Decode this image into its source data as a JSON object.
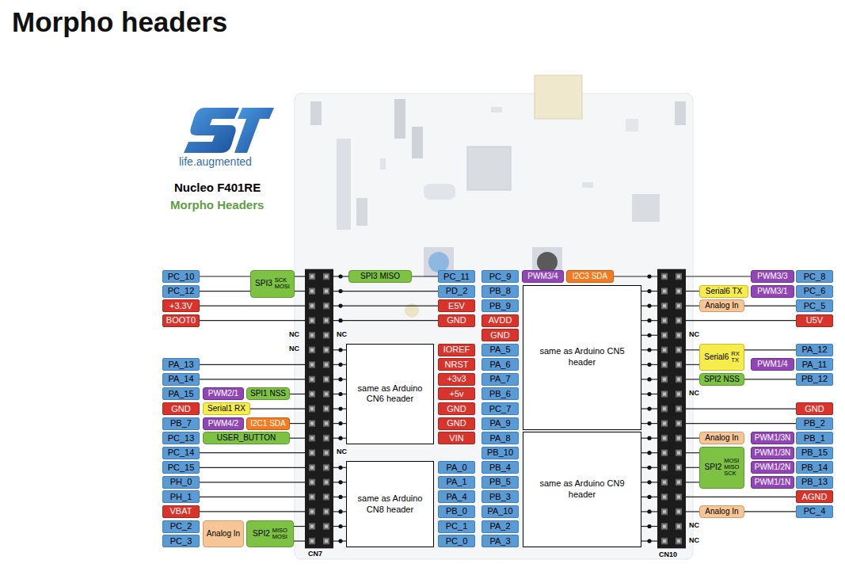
{
  "diagram": {
    "title": "Morpho headers",
    "nodes": [
      {
        "text": [
          "PC_10"
        ]
      },
      {
        "text": [
          "SPI3",
          "SCK",
          "MOSI"
        ]
      },
      {
        "text": [
          "PC_12"
        ]
      },
      {
        "text": [
          "+3.3V"
        ]
      },
      {
        "text": [
          "BOOT0"
        ]
      },
      {
        "text": [
          "PA_13"
        ]
      },
      {
        "text": [
          "PA_14"
        ]
      },
      {
        "text": [
          "PA_15"
        ]
      },
      {
        "text": [
          "PWM2/1"
        ]
      },
      {
        "text": [
          "SPI1 NSS"
        ]
      },
      {
        "text": [
          "GND"
        ]
      },
      {
        "text": [
          "Serial1 RX"
        ]
      },
      {
        "text": [
          "PB_7"
        ]
      },
      {
        "text": [
          "PWM4/2"
        ]
      },
      {
        "text": [
          "I2C1 SDA"
        ]
      },
      {
        "text": [
          "PC_13"
        ]
      },
      {
        "text": [
          "USER_BUTTON"
        ]
      },
      {
        "text": [
          "PC_14"
        ]
      },
      {
        "text": [
          "PC_15"
        ]
      },
      {
        "text": [
          "PH_0"
        ]
      },
      {
        "text": [
          "PH_1"
        ]
      },
      {
        "text": [
          "VBAT"
        ]
      },
      {
        "text": [
          "PC_2"
        ]
      },
      {
        "text": [
          "Analog In"
        ]
      },
      {
        "text": [
          "SPI2",
          "MISO",
          "MOSI"
        ]
      },
      {
        "text": [
          "PC_3"
        ]
      },
      {
        "text": [
          "SPI3 MISO"
        ]
      },
      {
        "text": [
          "PC_11"
        ]
      },
      {
        "text": [
          "PD_2"
        ]
      },
      {
        "text": [
          "E5V"
        ]
      },
      {
        "text": [
          "GND"
        ]
      },
      {
        "text": [
          "same as Arduino CN6 header"
        ]
      },
      {
        "text": [
          "IOREF"
        ]
      },
      {
        "text": [
          "NRST"
        ]
      },
      {
        "text": [
          "+3v3"
        ]
      },
      {
        "text": [
          "+5v"
        ]
      },
      {
        "text": [
          "GND"
        ]
      },
      {
        "text": [
          "GND"
        ]
      },
      {
        "text": [
          "VIN"
        ]
      },
      {
        "text": [
          "same as Arduino CN8 header"
        ]
      },
      {
        "text": [
          "PA_0"
        ]
      },
      {
        "text": [
          "PA_1"
        ]
      },
      {
        "text": [
          "PA_4"
        ]
      },
      {
        "text": [
          "PB_0"
        ]
      },
      {
        "text": [
          "PC_1"
        ]
      },
      {
        "text": [
          "PC_0"
        ]
      },
      {
        "text": [
          "PC_9"
        ]
      },
      {
        "text": [
          "PWM3/4"
        ]
      },
      {
        "text": [
          "I2C3 SDA"
        ]
      },
      {
        "text": [
          "same as Arduino CN5 header"
        ]
      },
      {
        "text": [
          "PB_8"
        ]
      },
      {
        "text": [
          "PB_9"
        ]
      },
      {
        "text": [
          "AVDD"
        ]
      },
      {
        "text": [
          "GND"
        ]
      },
      {
        "text": [
          "PA_5"
        ]
      },
      {
        "text": [
          "PA_6"
        ]
      },
      {
        "text": [
          "PA_7"
        ]
      },
      {
        "text": [
          "PB_6"
        ]
      },
      {
        "text": [
          "PC_7"
        ]
      },
      {
        "text": [
          "PA_9"
        ]
      },
      {
        "text": [
          "same as Arduino CN9 header"
        ]
      },
      {
        "text": [
          "PA_8"
        ]
      },
      {
        "text": [
          "PB_10"
        ]
      },
      {
        "text": [
          "PB_4"
        ]
      },
      {
        "text": [
          "PB_5"
        ]
      },
      {
        "text": [
          "PB_3"
        ]
      },
      {
        "text": [
          "PA_10"
        ]
      },
      {
        "text": [
          "PA_2"
        ]
      },
      {
        "text": [
          "PA_3"
        ]
      },
      {
        "text": [
          "PWM3/3"
        ]
      },
      {
        "text": [
          "PC_8"
        ]
      },
      {
        "text": [
          "Serial6 TX"
        ]
      },
      {
        "text": [
          "PWM3/1"
        ]
      },
      {
        "text": [
          "PC_6"
        ]
      },
      {
        "text": [
          "Analog In"
        ]
      },
      {
        "text": [
          "PC_5"
        ]
      },
      {
        "text": [
          "U5V"
        ]
      },
      {
        "text": [
          "Serial6",
          "RX",
          "TX"
        ]
      },
      {
        "text": [
          "PA_12"
        ]
      },
      {
        "text": [
          "PWM1/4"
        ]
      },
      {
        "text": [
          "PA_11"
        ]
      },
      {
        "text": [
          "SPI2 NSS"
        ]
      },
      {
        "text": [
          "PB_12"
        ]
      },
      {
        "text": [
          "GND"
        ]
      },
      {
        "text": [
          "PB_2"
        ]
      },
      {
        "text": [
          "Analog In"
        ]
      },
      {
        "text": [
          "PWM1/3N"
        ]
      },
      {
        "text": [
          "PB_1"
        ]
      },
      {
        "text": [
          "SPI2",
          "MOSI",
          "MISO",
          "SCK"
        ]
      },
      {
        "text": [
          "PWM1/3N"
        ]
      },
      {
        "text": [
          "PB_15"
        ]
      },
      {
        "text": [
          "PWM1/2N"
        ]
      },
      {
        "text": [
          "PB_14"
        ]
      },
      {
        "text": [
          "PWM1/1N"
        ]
      },
      {
        "text": [
          "PB_13"
        ]
      },
      {
        "text": [
          "AGND"
        ]
      },
      {
        "text": [
          "Analog In"
        ]
      },
      {
        "text": [
          "PC_4"
        ]
      }
    ],
    "edges": [
      {
        "from": 0,
        "to": 1,
        "arrow": "none"
      },
      {
        "from": 2,
        "to": 1,
        "arrow": "none"
      },
      {
        "from": 26,
        "to": 27,
        "arrow": "none"
      },
      {
        "from": 74,
        "to": 75,
        "arrow": "none"
      },
      {
        "from": 77,
        "to": 78,
        "arrow": "none"
      },
      {
        "from": 81,
        "to": 82,
        "arrow": "none"
      },
      {
        "from": 96,
        "to": 97,
        "arrow": "none"
      }
    ],
    "labels": [
      "life.augmented",
      "Nucleo F401RE",
      "Morpho Headers",
      "NC",
      "NC",
      "NC",
      "NC",
      "NC",
      "NC",
      "NC",
      "NC",
      "CN7",
      "CN10"
    ]
  }
}
